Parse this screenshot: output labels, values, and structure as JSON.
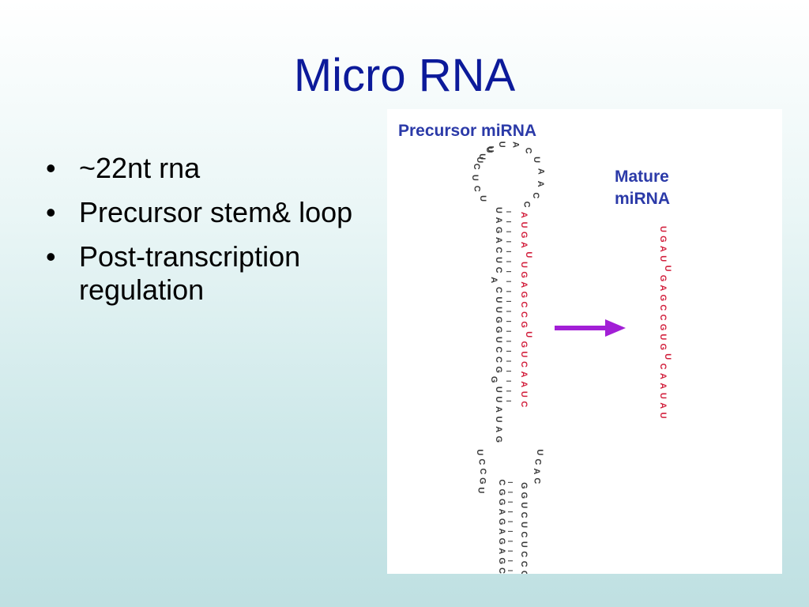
{
  "slide": {
    "title": "Micro RNA",
    "bullets": [
      {
        "marker": "•",
        "text": "~22nt rna"
      },
      {
        "marker": "•",
        "text": "Precursor stem& loop"
      },
      {
        "marker": "•",
        "text": "Post-transcription regulation"
      }
    ]
  },
  "figure": {
    "precursor_label": "Precursor miRNA",
    "mature_label_line1": "Mature",
    "mature_label_line2": "miRNA",
    "loop_top": [
      "U",
      "U",
      "U",
      "A",
      "C"
    ],
    "loop_left": [
      "U",
      "U",
      "C",
      "U",
      "C",
      "U"
    ],
    "loop_right": [
      "U",
      "A",
      "A",
      "C",
      "C"
    ],
    "stem_left": [
      "U",
      "A",
      "G",
      "A",
      "C",
      "U",
      "C",
      "A",
      "C",
      "U",
      "U",
      "G",
      "G",
      "U",
      "C",
      "C",
      "G",
      "G",
      "U",
      "U",
      "A",
      "U",
      "A",
      "G"
    ],
    "stem_right": [
      "A",
      "U",
      "G",
      "A",
      "U",
      "U",
      "G",
      "A",
      "G",
      "C",
      "C",
      "G",
      "U",
      "G",
      "U",
      "C",
      "A",
      "A",
      "U",
      "C"
    ],
    "bulge_left": [
      "U",
      "C",
      "C",
      "G",
      "U"
    ],
    "bulge_right": [
      "U",
      "C",
      "A",
      "C"
    ],
    "bottom_left": [
      "C",
      "G",
      "G",
      "A",
      "G",
      "A",
      "G",
      "A",
      "G",
      "C"
    ],
    "bottom_right": [
      "G",
      "G",
      "U",
      "C",
      "U",
      "C",
      "U",
      "C",
      "C",
      "G"
    ],
    "mature_sequence": [
      "U",
      "G",
      "A",
      "U",
      "U",
      "G",
      "A",
      "G",
      "C",
      "C",
      "G",
      "U",
      "G",
      "U",
      "C",
      "A",
      "A",
      "U",
      "A",
      "U"
    ],
    "colors": {
      "title": "#0c1a9a",
      "figure_label": "#2b3aa8",
      "arrow": "#a21fd6",
      "mature": "#d21f3c",
      "precursor": "#3a3a3a"
    }
  }
}
